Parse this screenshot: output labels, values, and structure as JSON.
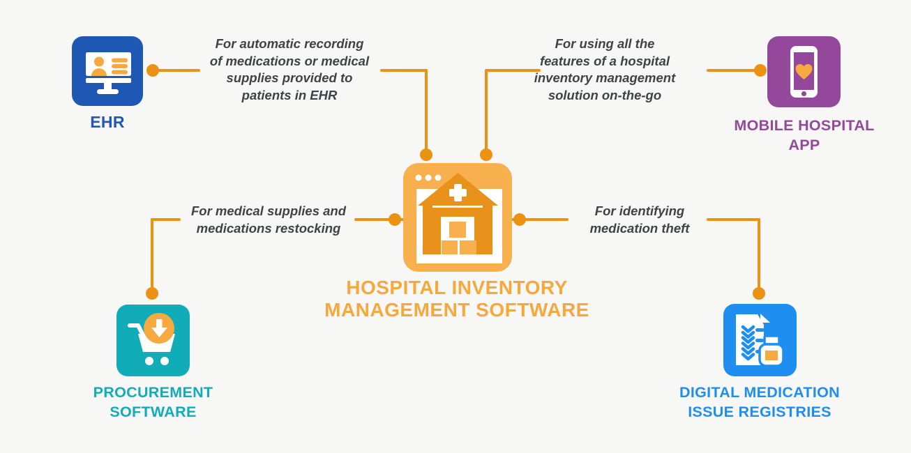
{
  "background_color": "#F7F7F6",
  "connector_color": "#EC9212",
  "text_color": "#3F4347",
  "center": {
    "icon": "hospital-inventory-icon",
    "title_lines": [
      "HOSPITAL INVENTORY",
      "MANAGEMENT SOFTWARE"
    ],
    "title_color": "#F7A83D",
    "icon_frame_color": "#F8AF4E",
    "icon_building_color": "#E8921C"
  },
  "nodes": {
    "ehr": {
      "label": "EHR",
      "label_lines": [
        "EHR"
      ],
      "color": "#1E57B4",
      "icon": "ehr-monitor-icon",
      "note_lines": [
        "For automatic recording",
        "of medications or medical",
        "supplies provided to",
        "patients in EHR"
      ]
    },
    "mobile_app": {
      "label": "MOBILE HOSPITAL APP",
      "label_lines": [
        "MOBILE HOSPITAL",
        "APP"
      ],
      "color": "#93489B",
      "icon": "mobile-phone-heart-icon",
      "note_lines": [
        "For using all the",
        "features of a hospital",
        "inventory management",
        "solution on-the-go"
      ]
    },
    "procurement": {
      "label": "PROCUREMENT SOFTWARE",
      "label_lines": [
        "PROCUREMENT",
        "SOFTWARE"
      ],
      "color": "#12ACB9",
      "icon": "shopping-cart-download-icon",
      "note_lines": [
        "For medical supplies and",
        "medications restocking"
      ]
    },
    "registries": {
      "label": "DIGITAL MEDICATION ISSUE REGISTRIES",
      "label_lines": [
        "DIGITAL MEDICATION",
        "ISSUE REGISTRIES"
      ],
      "color": "#1E8EF0",
      "icon": "medication-checklist-bottle-icon",
      "note_lines": [
        "For identifying",
        "medication theft"
      ]
    }
  }
}
